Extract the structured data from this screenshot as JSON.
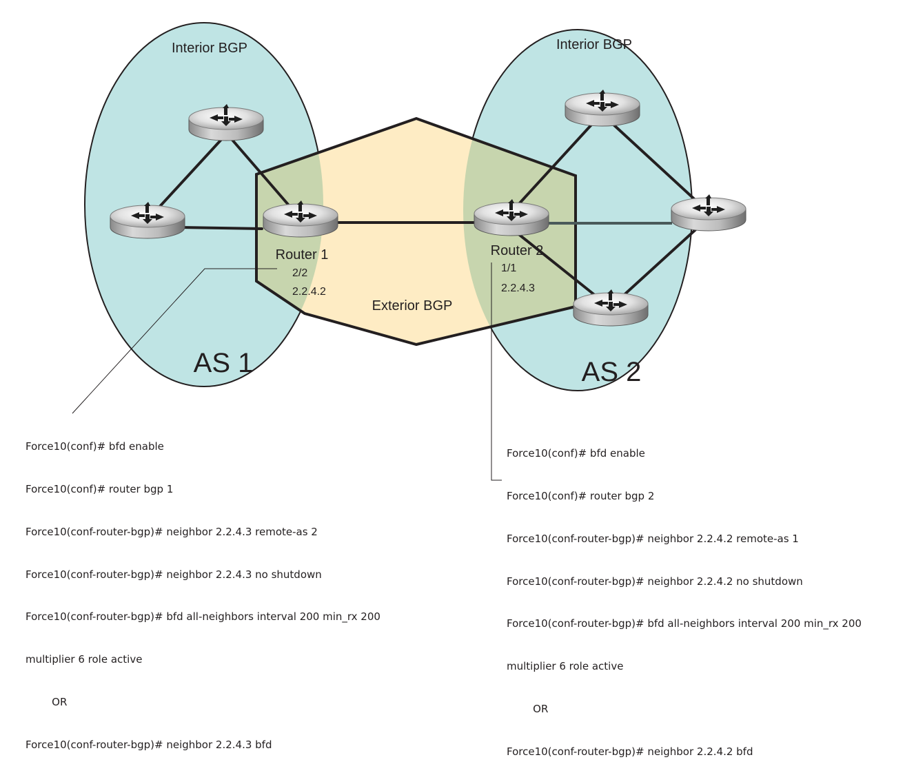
{
  "diagram": {
    "as1": {
      "title": "AS 1",
      "region_label": "Interior BGP"
    },
    "as2": {
      "title": "AS 2",
      "region_label": "Interior BGP"
    },
    "exterior_label": "Exterior BGP",
    "router1": {
      "name": "Router 1",
      "interface": "2/2",
      "ip": "2.2.4.2"
    },
    "router2": {
      "name": "Router 2",
      "interface": "1/1",
      "ip": "2.2.4.3"
    },
    "colors": {
      "as_fill": "#bfe4e4",
      "exterior_fill": "#feecc4",
      "overlap_fill": "#c7d5ae",
      "stroke": "#231f20"
    },
    "icons": {
      "router": "router-icon"
    }
  },
  "cli_as1": [
    "Force10(conf)# bfd enable",
    "Force10(conf)# router bgp 1",
    "Force10(conf-router-bgp)# neighbor 2.2.4.3 remote-as 2",
    "Force10(conf-router-bgp)# neighbor 2.2.4.3 no shutdown",
    "Force10(conf-router-bgp)# bfd all-neighbors interval 200 min_rx 200",
    "multiplier 6 role active",
    "        OR",
    "Force10(conf-router-bgp)# neighbor 2.2.4.3 bfd"
  ],
  "cli_as2": [
    "Force10(conf)# bfd enable",
    "Force10(conf)# router bgp 2",
    "Force10(conf-router-bgp)# neighbor 2.2.4.2 remote-as 1",
    "Force10(conf-router-bgp)# neighbor 2.2.4.2 no shutdown",
    "Force10(conf-router-bgp)# bfd all-neighbors interval 200 min_rx 200",
    "multiplier 6 role active",
    "        OR",
    "Force10(conf-router-bgp)# neighbor 2.2.4.2 bfd"
  ]
}
